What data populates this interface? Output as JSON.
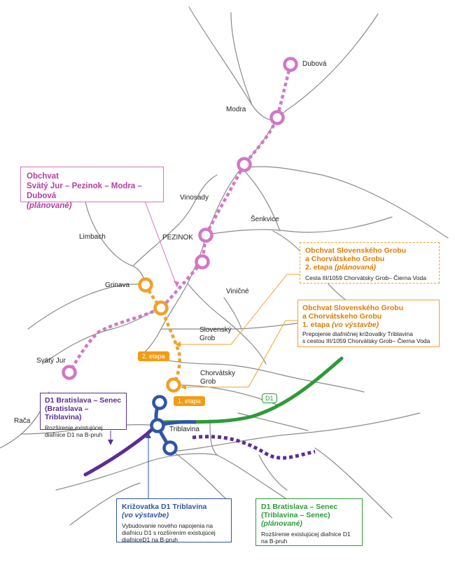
{
  "colors": {
    "pink": "#d277c4",
    "pink_text": "#b5409e",
    "orange": "#f0a02a",
    "orange_text": "#e07b00",
    "blue": "#2f55a8",
    "purple": "#5c2d91",
    "green": "#2e9a3a",
    "road": "#8a8a8a"
  },
  "places": {
    "dubova": "Dubová",
    "modra": "Modra",
    "vinosady": "Vinosady",
    "senkvice": "Šenkvice",
    "pezinok": "PEZINOK",
    "limbach": "Limbach",
    "grinava": "Grinava",
    "vinicne": "Viničné",
    "slovensky_grob_1": "Slovenský",
    "slovensky_grob_2": "Grob",
    "chorvatsky_grob_1": "Chorvátsky",
    "chorvatsky_grob_2": "Grob",
    "svaty_jur": "Svätý Jur",
    "raca": "Rača",
    "triblavina": "Triblavina"
  },
  "tags": {
    "etapa2": "2. etapa",
    "etapa1": "1. etapa",
    "d1": "D1"
  },
  "boxes": {
    "obchvat_pezinok": {
      "title_1": "Obchvat",
      "title_2": "Svätý Jur – Pezinok – Modra – Dubová",
      "status": "(plánované)"
    },
    "grob_etapa2": {
      "title_1": "Obchvat Slovenského Grobu",
      "title_2": "a Chorvátskeho Grobu",
      "title_3": "2. etapa",
      "status": "(plánovaná)",
      "desc": "Cesta III/1059 Chorvátsky Grob– Čierna Voda"
    },
    "grob_etapa1": {
      "title_1": "Obchvat Slovenského Grobu",
      "title_2": "a Chorvátskeho Grobu",
      "title_3": "1. etapa",
      "status": "(vo výstavbe)",
      "desc_1": "Prepojenie diaľničnej križovatky Triblavina",
      "desc_2": "s cestou III/1059 Chorvátsky Grob– Čierna Voda"
    },
    "d1_senec_purple": {
      "title_1": "D1 Bratislava – Senec",
      "title_2": "(Bratislava – Triblavina)",
      "desc_1": "Rozšírenie existujúcej",
      "desc_2": "diaľnice D1 na B-pruh"
    },
    "krizovatka": {
      "title_1": "Križovatka D1 Triblavina",
      "status": "(vo výstavbe)",
      "desc_1": "Vybudovanie nového napojenia na",
      "desc_2": "diaľnicu D1 s rozšírením existujúcej",
      "desc_3": "diaľniceD1 na B-pruh"
    },
    "d1_senec_green": {
      "title_1": "D1 Bratislava – Senec",
      "title_2": "(Triblavina – Senec)",
      "status": "(plánované)",
      "desc_1": "Rozšírenie existujúcej diaľnice D1",
      "desc_2": "na B-pruh"
    }
  }
}
